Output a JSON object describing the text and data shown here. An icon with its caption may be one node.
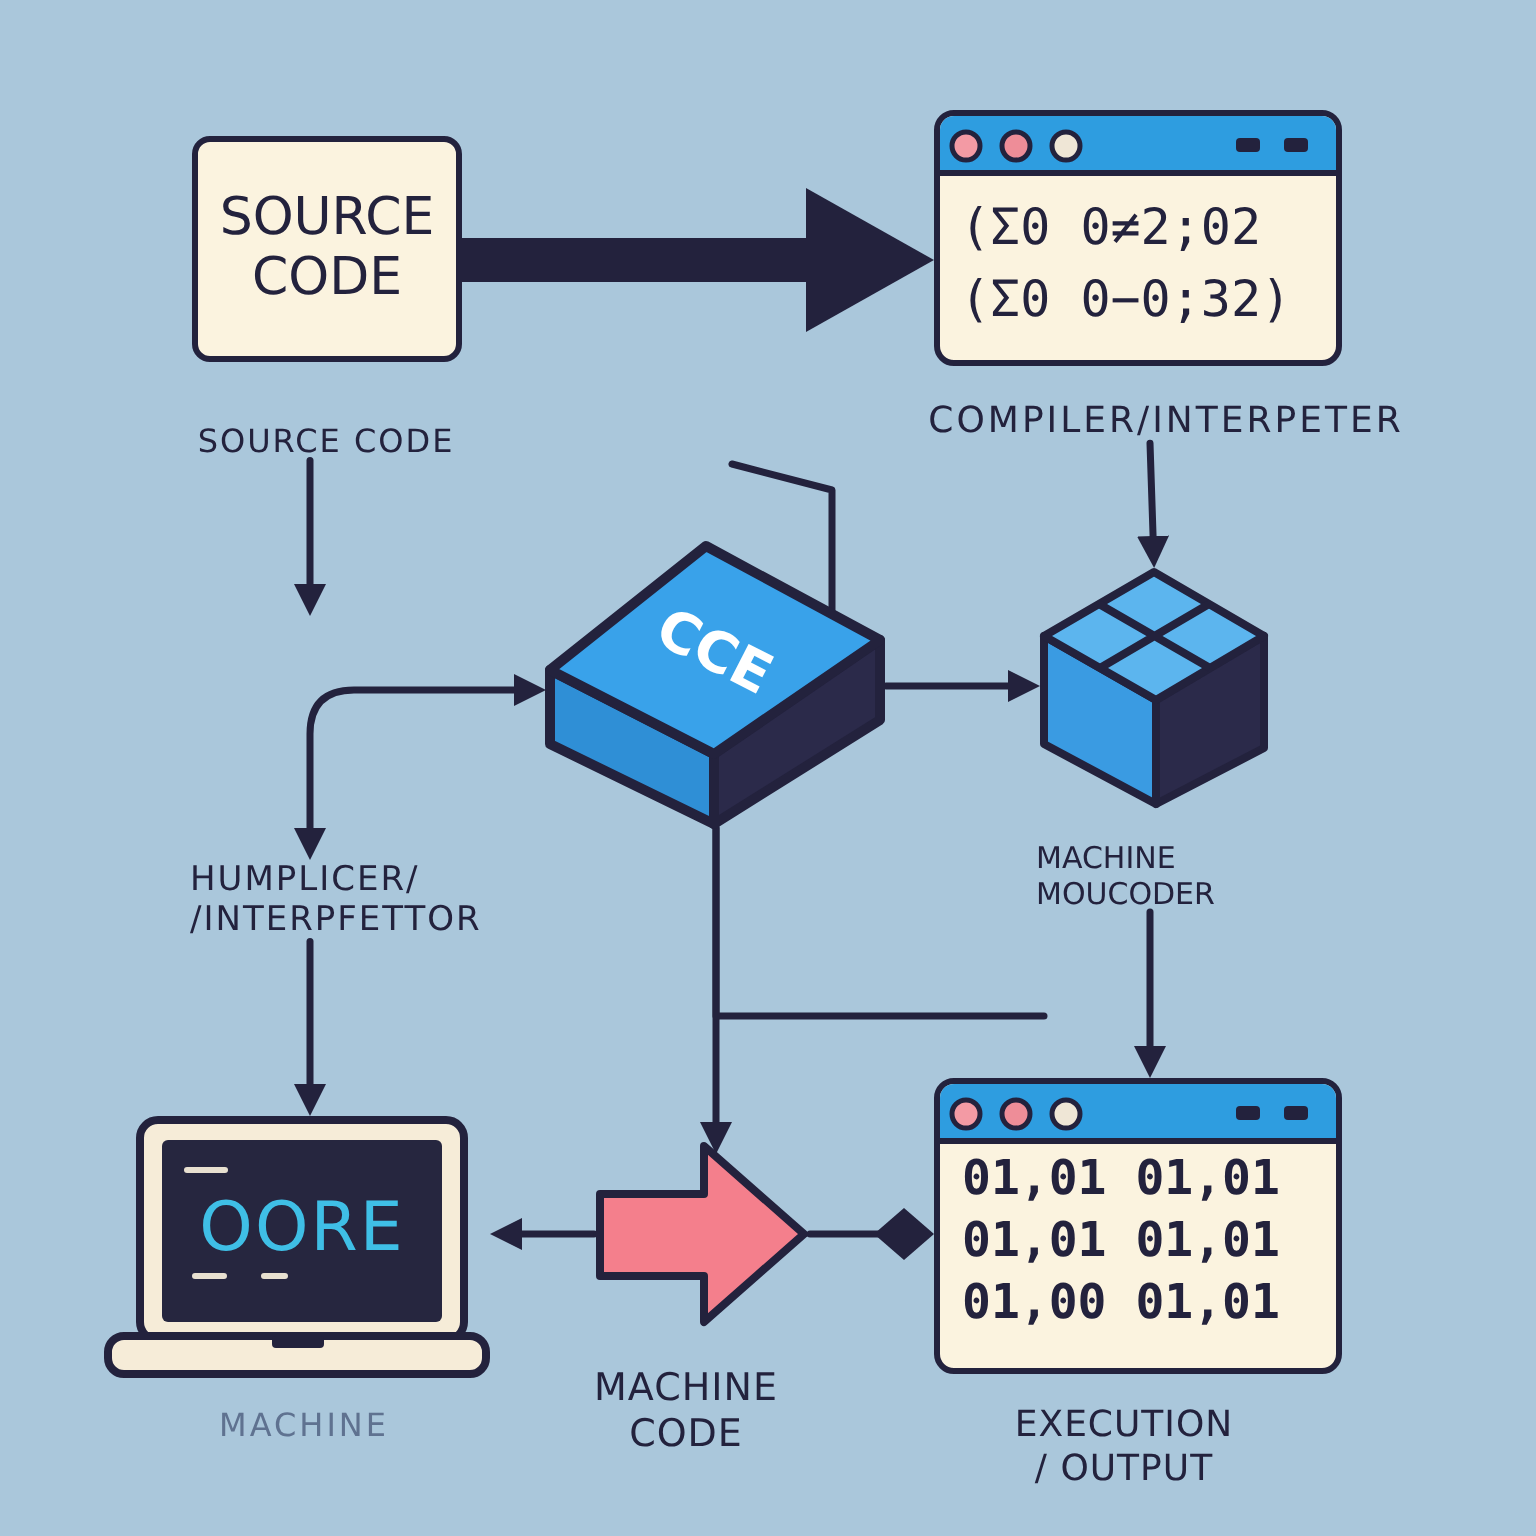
{
  "diagram": {
    "nodes": [
      {
        "text": [
          "SOURCE CODE"
        ]
      },
      {
        "text": [
          "(Σ0 0≠2;02",
          "(Σ0 0−0;32)"
        ]
      },
      {
        "text": [
          "SOURCE CODE"
        ]
      },
      {
        "text": [
          "COMPILER/INTERPETER"
        ]
      },
      {
        "text": [
          "CCE"
        ]
      },
      {
        "text": [],
        "shape": "box"
      },
      {
        "text": [
          "HUMPLICER/ /INTERPFETTOR"
        ]
      },
      {
        "text": [
          "MACHINE MOUCODER"
        ]
      },
      {
        "text": [
          "OORE"
        ],
        "beside": [
          "MACHINE"
        ]
      },
      {
        "text": [],
        "shape": "arrow",
        "beside": [
          "MACHINE CODE"
        ]
      },
      {
        "text": [
          "01,01 01,01",
          "01,01 01,01",
          "01,00 01,01"
        ],
        "beside": [
          "EXECUTION / OUTPUT"
        ]
      }
    ],
    "edges": [
      {
        "from": 0,
        "to": 1,
        "arrow": "to",
        "style": "thick"
      },
      {
        "from": 3,
        "to": 5,
        "arrow": "to"
      },
      {
        "from": 4,
        "to": 5,
        "arrow": "to"
      },
      {
        "from": 7,
        "to": 10,
        "arrow": "to"
      },
      {
        "from": 2,
        "to": null,
        "arrow": "to"
      },
      {
        "from": 6,
        "to": 4,
        "arrow": "both"
      },
      {
        "from": 6,
        "to": 8,
        "arrow": "to"
      },
      {
        "from": 9,
        "to": 8,
        "arrow": "to"
      },
      {
        "from": 9,
        "to": 10,
        "arrow": "other"
      },
      {
        "from": null,
        "to": 4,
        "arrow": "none"
      },
      {
        "from": 4,
        "to": 9,
        "arrow": "to"
      },
      {
        "from": 4,
        "to": null,
        "arrow": "none"
      }
    ]
  }
}
